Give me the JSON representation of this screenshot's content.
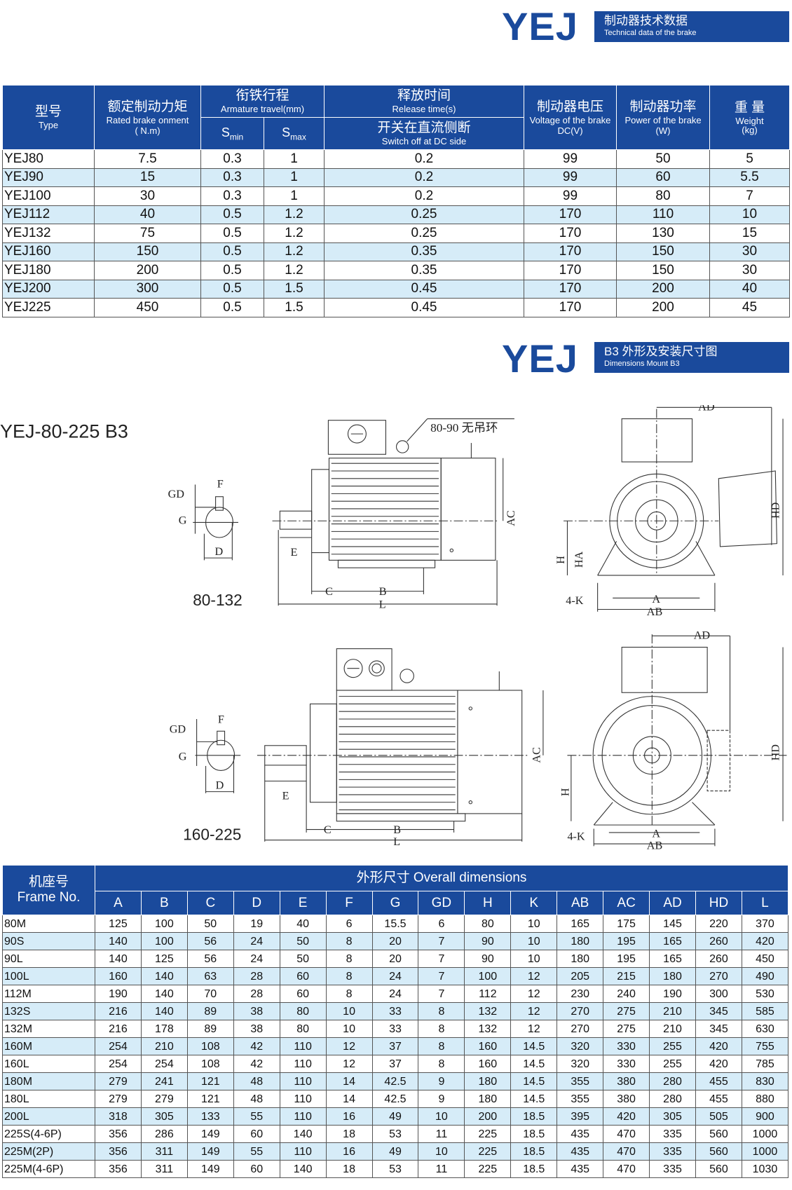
{
  "brake_banner": {
    "logo": "YEJ",
    "title_zh": "制动器技术数据",
    "title_en": "Technical data of the brake"
  },
  "brake_table": {
    "headers": {
      "type_zh": "型号",
      "type_en": "Type",
      "torque_zh": "额定制动力矩",
      "torque_en": "Rated brake onment",
      "torque_unit": "( N.m)",
      "travel_zh": "衔铁行程",
      "travel_en": "Armature travel(mm)",
      "smin": "S",
      "smin_sub": "min",
      "smax": "S",
      "smax_sub": "max",
      "release_zh": "释放时间",
      "release_en": "Release time(s)",
      "switch_zh": "开关在直流侧断",
      "switch_en": "Switch off at DC side",
      "voltage_zh": "制动器电压",
      "voltage_en": "Voltage of the brake",
      "voltage_unit": "DC(V)",
      "power_zh": "制动器功率",
      "power_en": "Power of the brake",
      "power_unit": "(W)",
      "weight_zh": "重 量",
      "weight_en": "Weight",
      "weight_unit": "(kg)"
    },
    "rows": [
      [
        "YEJ80",
        "7.5",
        "0.3",
        "1",
        "0.2",
        "99",
        "50",
        "5"
      ],
      [
        "YEJ90",
        "15",
        "0.3",
        "1",
        "0.2",
        "99",
        "60",
        "5.5"
      ],
      [
        "YEJ100",
        "30",
        "0.3",
        "1",
        "0.2",
        "99",
        "80",
        "7"
      ],
      [
        "YEJ112",
        "40",
        "0.5",
        "1.2",
        "0.25",
        "170",
        "110",
        "10"
      ],
      [
        "YEJ132",
        "75",
        "0.5",
        "1.2",
        "0.25",
        "170",
        "130",
        "15"
      ],
      [
        "YEJ160",
        "150",
        "0.5",
        "1.2",
        "0.35",
        "170",
        "150",
        "30"
      ],
      [
        "YEJ180",
        "200",
        "0.5",
        "1.2",
        "0.35",
        "170",
        "150",
        "30"
      ],
      [
        "YEJ200",
        "300",
        "0.5",
        "1.5",
        "0.45",
        "170",
        "200",
        "40"
      ],
      [
        "YEJ225",
        "450",
        "0.5",
        "1.5",
        "0.45",
        "170",
        "200",
        "45"
      ]
    ]
  },
  "dims_banner": {
    "logo": "YEJ",
    "title_zh": "B3 外形及安装尺寸图",
    "title_en": "Dimensions Mount B3"
  },
  "drawing": {
    "title": "YEJ-80-225 B3",
    "group1": "80-132",
    "group2": "160-225",
    "note": "80-90 无吊环",
    "labels": {
      "GD": "GD",
      "F": "F",
      "G": "G",
      "D": "D",
      "E": "E",
      "C": "C",
      "B": "B",
      "L": "L",
      "AC": "AC",
      "AD": "AD",
      "HD": "HD",
      "H": "H",
      "HA": "HA",
      "K": "4-K",
      "A": "A",
      "AB": "AB"
    }
  },
  "dims_table": {
    "frame_zh": "机座号",
    "frame_en": "Frame No.",
    "overall": "外形尺寸 Overall dimensions",
    "columns": [
      "A",
      "B",
      "C",
      "D",
      "E",
      "F",
      "G",
      "GD",
      "H",
      "K",
      "AB",
      "AC",
      "AD",
      "HD",
      "L"
    ],
    "rows": [
      [
        "80M",
        "125",
        "100",
        "50",
        "19",
        "40",
        "6",
        "15.5",
        "6",
        "80",
        "10",
        "165",
        "175",
        "145",
        "220",
        "370"
      ],
      [
        "90S",
        "140",
        "100",
        "56",
        "24",
        "50",
        "8",
        "20",
        "7",
        "90",
        "10",
        "180",
        "195",
        "165",
        "260",
        "420"
      ],
      [
        "90L",
        "140",
        "125",
        "56",
        "24",
        "50",
        "8",
        "20",
        "7",
        "90",
        "10",
        "180",
        "195",
        "165",
        "260",
        "450"
      ],
      [
        "100L",
        "160",
        "140",
        "63",
        "28",
        "60",
        "8",
        "24",
        "7",
        "100",
        "12",
        "205",
        "215",
        "180",
        "270",
        "490"
      ],
      [
        "112M",
        "190",
        "140",
        "70",
        "28",
        "60",
        "8",
        "24",
        "7",
        "112",
        "12",
        "230",
        "240",
        "190",
        "300",
        "530"
      ],
      [
        "132S",
        "216",
        "140",
        "89",
        "38",
        "80",
        "10",
        "33",
        "8",
        "132",
        "12",
        "270",
        "275",
        "210",
        "345",
        "585"
      ],
      [
        "132M",
        "216",
        "178",
        "89",
        "38",
        "80",
        "10",
        "33",
        "8",
        "132",
        "12",
        "270",
        "275",
        "210",
        "345",
        "630"
      ],
      [
        "160M",
        "254",
        "210",
        "108",
        "42",
        "110",
        "12",
        "37",
        "8",
        "160",
        "14.5",
        "320",
        "330",
        "255",
        "420",
        "755"
      ],
      [
        "160L",
        "254",
        "254",
        "108",
        "42",
        "110",
        "12",
        "37",
        "8",
        "160",
        "14.5",
        "320",
        "330",
        "255",
        "420",
        "785"
      ],
      [
        "180M",
        "279",
        "241",
        "121",
        "48",
        "110",
        "14",
        "42.5",
        "9",
        "180",
        "14.5",
        "355",
        "380",
        "280",
        "455",
        "830"
      ],
      [
        "180L",
        "279",
        "279",
        "121",
        "48",
        "110",
        "14",
        "42.5",
        "9",
        "180",
        "14.5",
        "355",
        "380",
        "280",
        "455",
        "880"
      ],
      [
        "200L",
        "318",
        "305",
        "133",
        "55",
        "110",
        "16",
        "49",
        "10",
        "200",
        "18.5",
        "395",
        "420",
        "305",
        "505",
        "900"
      ],
      [
        "225S(4-6P)",
        "356",
        "286",
        "149",
        "60",
        "140",
        "18",
        "53",
        "11",
        "225",
        "18.5",
        "435",
        "470",
        "335",
        "560",
        "1000"
      ],
      [
        "225M(2P)",
        "356",
        "311",
        "149",
        "55",
        "110",
        "16",
        "49",
        "10",
        "225",
        "18.5",
        "435",
        "470",
        "335",
        "560",
        "1000"
      ],
      [
        "225M(4-6P)",
        "356",
        "311",
        "149",
        "60",
        "140",
        "18",
        "53",
        "11",
        "225",
        "18.5",
        "435",
        "470",
        "335",
        "560",
        "1030"
      ]
    ]
  },
  "colors": {
    "brand": "#1a4a9c",
    "row_alt": "#d6ecf8"
  }
}
